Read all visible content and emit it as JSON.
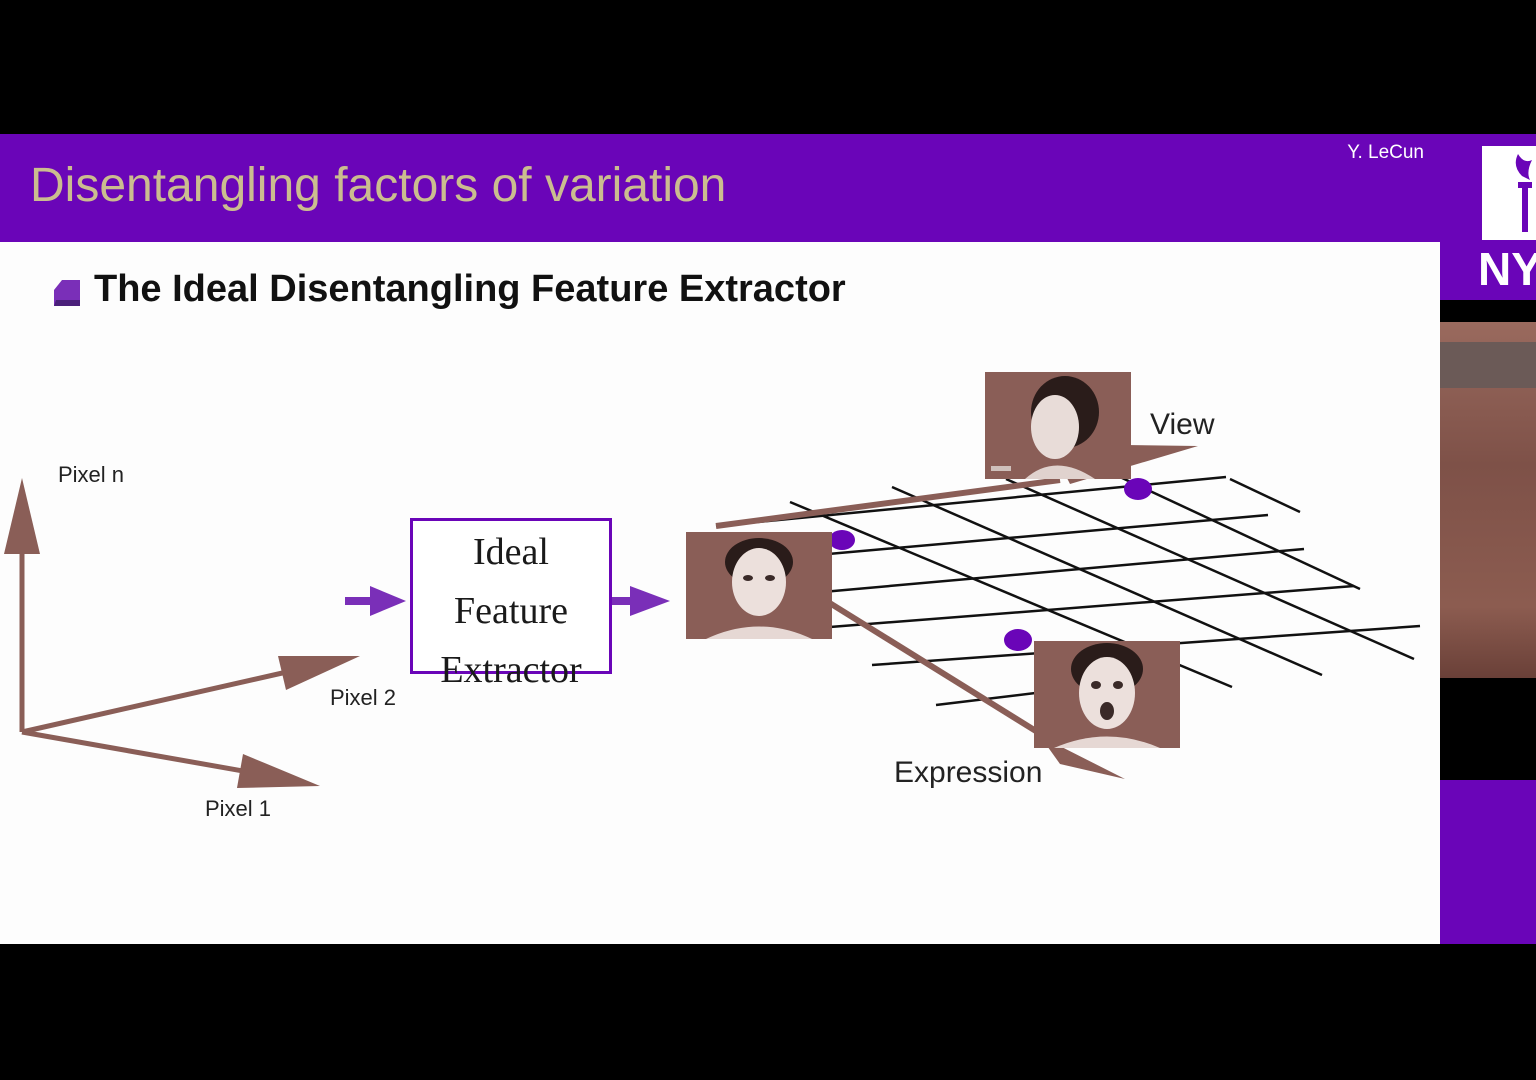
{
  "slide": {
    "title": "Disentangling factors of variation",
    "author": "Y. LeCun",
    "heading": "The Ideal Disentangling Feature Extractor"
  },
  "pixel_space": {
    "axis_labels": [
      "Pixel n",
      "Pixel 2",
      "Pixel 1"
    ]
  },
  "extractor": {
    "lines": [
      "Ideal",
      "Feature",
      "Extractor"
    ]
  },
  "feature_space": {
    "axis_labels": {
      "view": "View",
      "expression": "Expression"
    }
  },
  "side_panel": {
    "logo_text": "NY"
  },
  "colors": {
    "title_bar": "#6a05b8",
    "title_text": "#cbbd8f",
    "axis_arrow": "#8a5e57",
    "accent_arrow": "#7a2fb8",
    "dot": "#6a05b8"
  }
}
